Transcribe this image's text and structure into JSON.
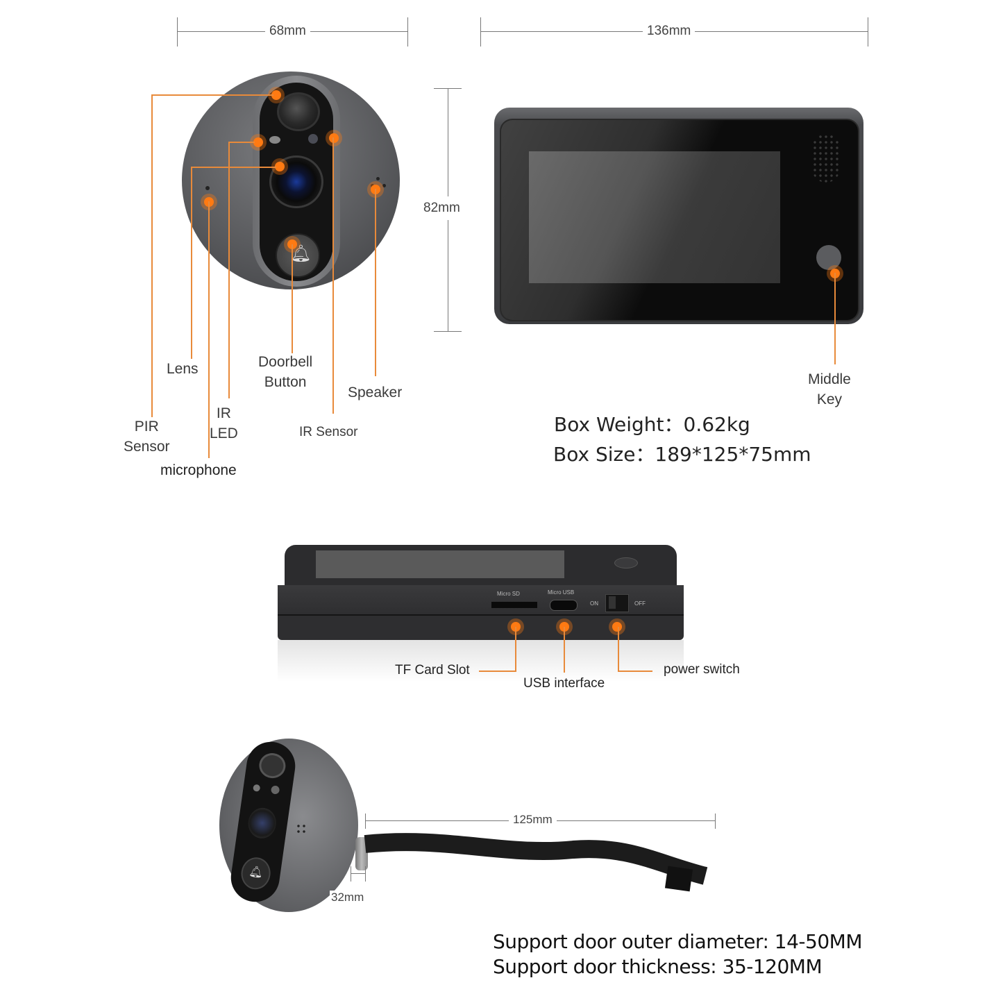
{
  "dimensions": {
    "camera_width": "68mm",
    "monitor_width": "136mm",
    "monitor_height": "82mm",
    "cable_length": "125mm",
    "barrel_length": "32mm"
  },
  "camera_labels": {
    "lens": "Lens",
    "doorbell_button_line1": "Doorbell",
    "doorbell_button_line2": "Button",
    "speaker": "Speaker",
    "pir_line1": "PIR",
    "pir_line2": "Sensor",
    "ir_led_line1": "IR",
    "ir_led_line2": "LED",
    "ir_sensor": "IR Sensor",
    "microphone": "microphone"
  },
  "monitor_labels": {
    "middle_key_line1": "Middle",
    "middle_key_line2": "Key"
  },
  "box_specs": {
    "weight": "Box Weight：0.62kg",
    "size": "Box Size：189*125*75mm"
  },
  "side_view": {
    "port_markings": {
      "micro_sd": "Micro SD",
      "micro_usb": "Micro USB",
      "on": "ON",
      "off": "OFF"
    },
    "labels": {
      "tf_card_slot": "TF Card Slot",
      "usb_interface": "USB interface",
      "power_switch": "power switch"
    }
  },
  "support": {
    "outer_diameter": "Support door outer diameter: 14-50MM",
    "thickness": "Support door thickness: 35-120MM"
  },
  "colors": {
    "accent_orange": "#ff7a12",
    "leader_line": "#e88a3a",
    "device_dark": "#2b2b2b",
    "device_gray": "#5e5f62"
  }
}
